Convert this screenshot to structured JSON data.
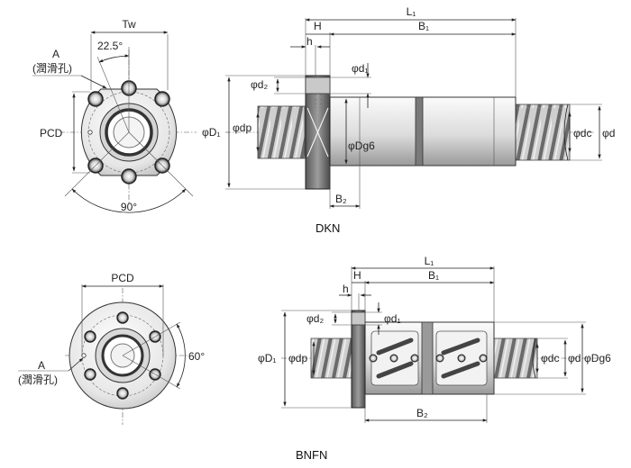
{
  "dkn": {
    "caption": "DKN",
    "front": {
      "tw": "Tw",
      "angle_top": "22.5°",
      "a_label": "A",
      "a_note": "(潤滑孔)",
      "pcd": "PCD",
      "angle_bottom": "90°"
    },
    "side": {
      "L1": "L₁",
      "B1": "B₁",
      "H": "H",
      "h": "h",
      "d1": "φd₁",
      "d2": "φd₂",
      "D1": "φD₁",
      "dp": "φdp",
      "Dg6": "φDg6",
      "dc": "φdc",
      "d": "φd",
      "B2": "B₂"
    }
  },
  "bnfn": {
    "caption": "BNFN",
    "front": {
      "pcd": "PCD",
      "a_label": "A",
      "a_note": "(潤滑孔)",
      "angle": "60°"
    },
    "side": {
      "L1": "L₁",
      "B1": "B₁",
      "H": "H",
      "h": "h",
      "d2": "φd₂",
      "d1": "φd₁",
      "D1": "φD₁",
      "dp": "φdp",
      "dc": "φdc",
      "d": "φd",
      "Dg6": "φDg6",
      "B2": "B₂"
    }
  }
}
